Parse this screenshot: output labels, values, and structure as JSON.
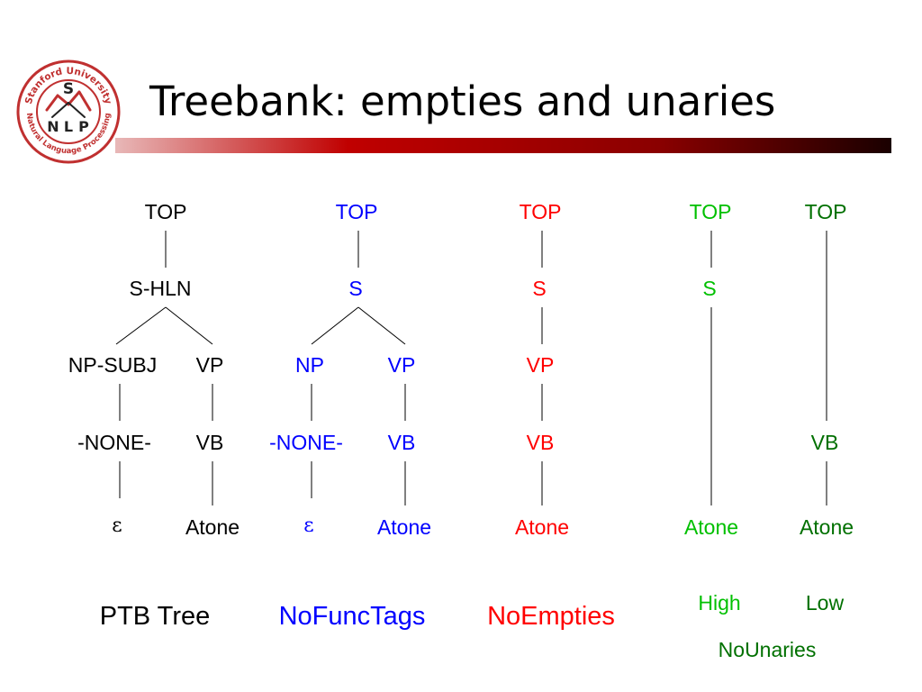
{
  "slide": {
    "title": "Treebank: empties and unaries",
    "colors": {
      "accent_red": "#c00000",
      "ptb": "#000000",
      "nofunctags": "#0000ff",
      "noempties": "#ff0000",
      "high": "#00c000",
      "low": "#007000"
    }
  },
  "logo": {
    "ring_top": "Stanford University",
    "ring_bottom": "Natural Language Processing",
    "letter_s": "S",
    "letter_n": "N",
    "letter_l": "L",
    "letter_p": "P"
  },
  "trees": {
    "ptb": {
      "top": "TOP",
      "s": "S-HLN",
      "np": "NP-SUBJ",
      "vp": "VP",
      "none": "-NONE-",
      "vb": "VB",
      "eps": "ε",
      "word": "Atone",
      "caption": "PTB Tree"
    },
    "nofunctags": {
      "top": "TOP",
      "s": "S",
      "np": "NP",
      "vp": "VP",
      "none": "-NONE-",
      "vb": "VB",
      "eps": "ε",
      "word": "Atone",
      "caption": "NoFuncTags"
    },
    "noempties": {
      "top": "TOP",
      "s": "S",
      "vp": "VP",
      "vb": "VB",
      "word": "Atone",
      "caption": "NoEmpties"
    },
    "high": {
      "top": "TOP",
      "s": "S",
      "word": "Atone",
      "caption": "High"
    },
    "low": {
      "top": "TOP",
      "vb": "VB",
      "word": "Atone",
      "caption": "Low"
    },
    "nounaries_caption": "NoUnaries"
  }
}
